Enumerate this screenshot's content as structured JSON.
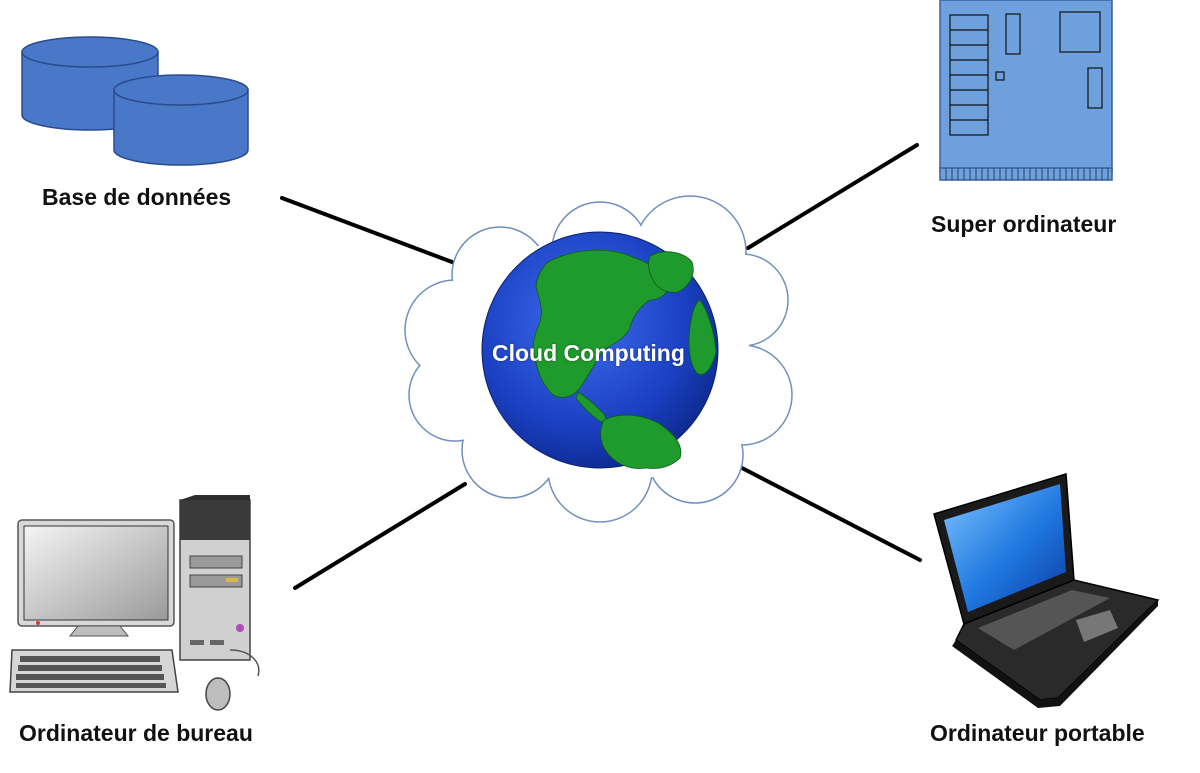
{
  "center": {
    "label": "Cloud Computing"
  },
  "nodes": {
    "database": {
      "label": "Base de données",
      "icon": "database-icon"
    },
    "supercomputer": {
      "label": "Super ordinateur",
      "icon": "motherboard-icon"
    },
    "desktop": {
      "label": "Ordinateur de bureau",
      "icon": "desktop-computer-icon"
    },
    "laptop": {
      "label": "Ordinateur portable",
      "icon": "laptop-icon"
    }
  },
  "colors": {
    "database": "#4a78c8",
    "board": "#6ea0de",
    "globe_ocean": "#1a3fc0",
    "globe_land": "#1f9a2c",
    "cloud_outline": "#6f8fc0",
    "connector": "#000000",
    "text": "#111111"
  }
}
